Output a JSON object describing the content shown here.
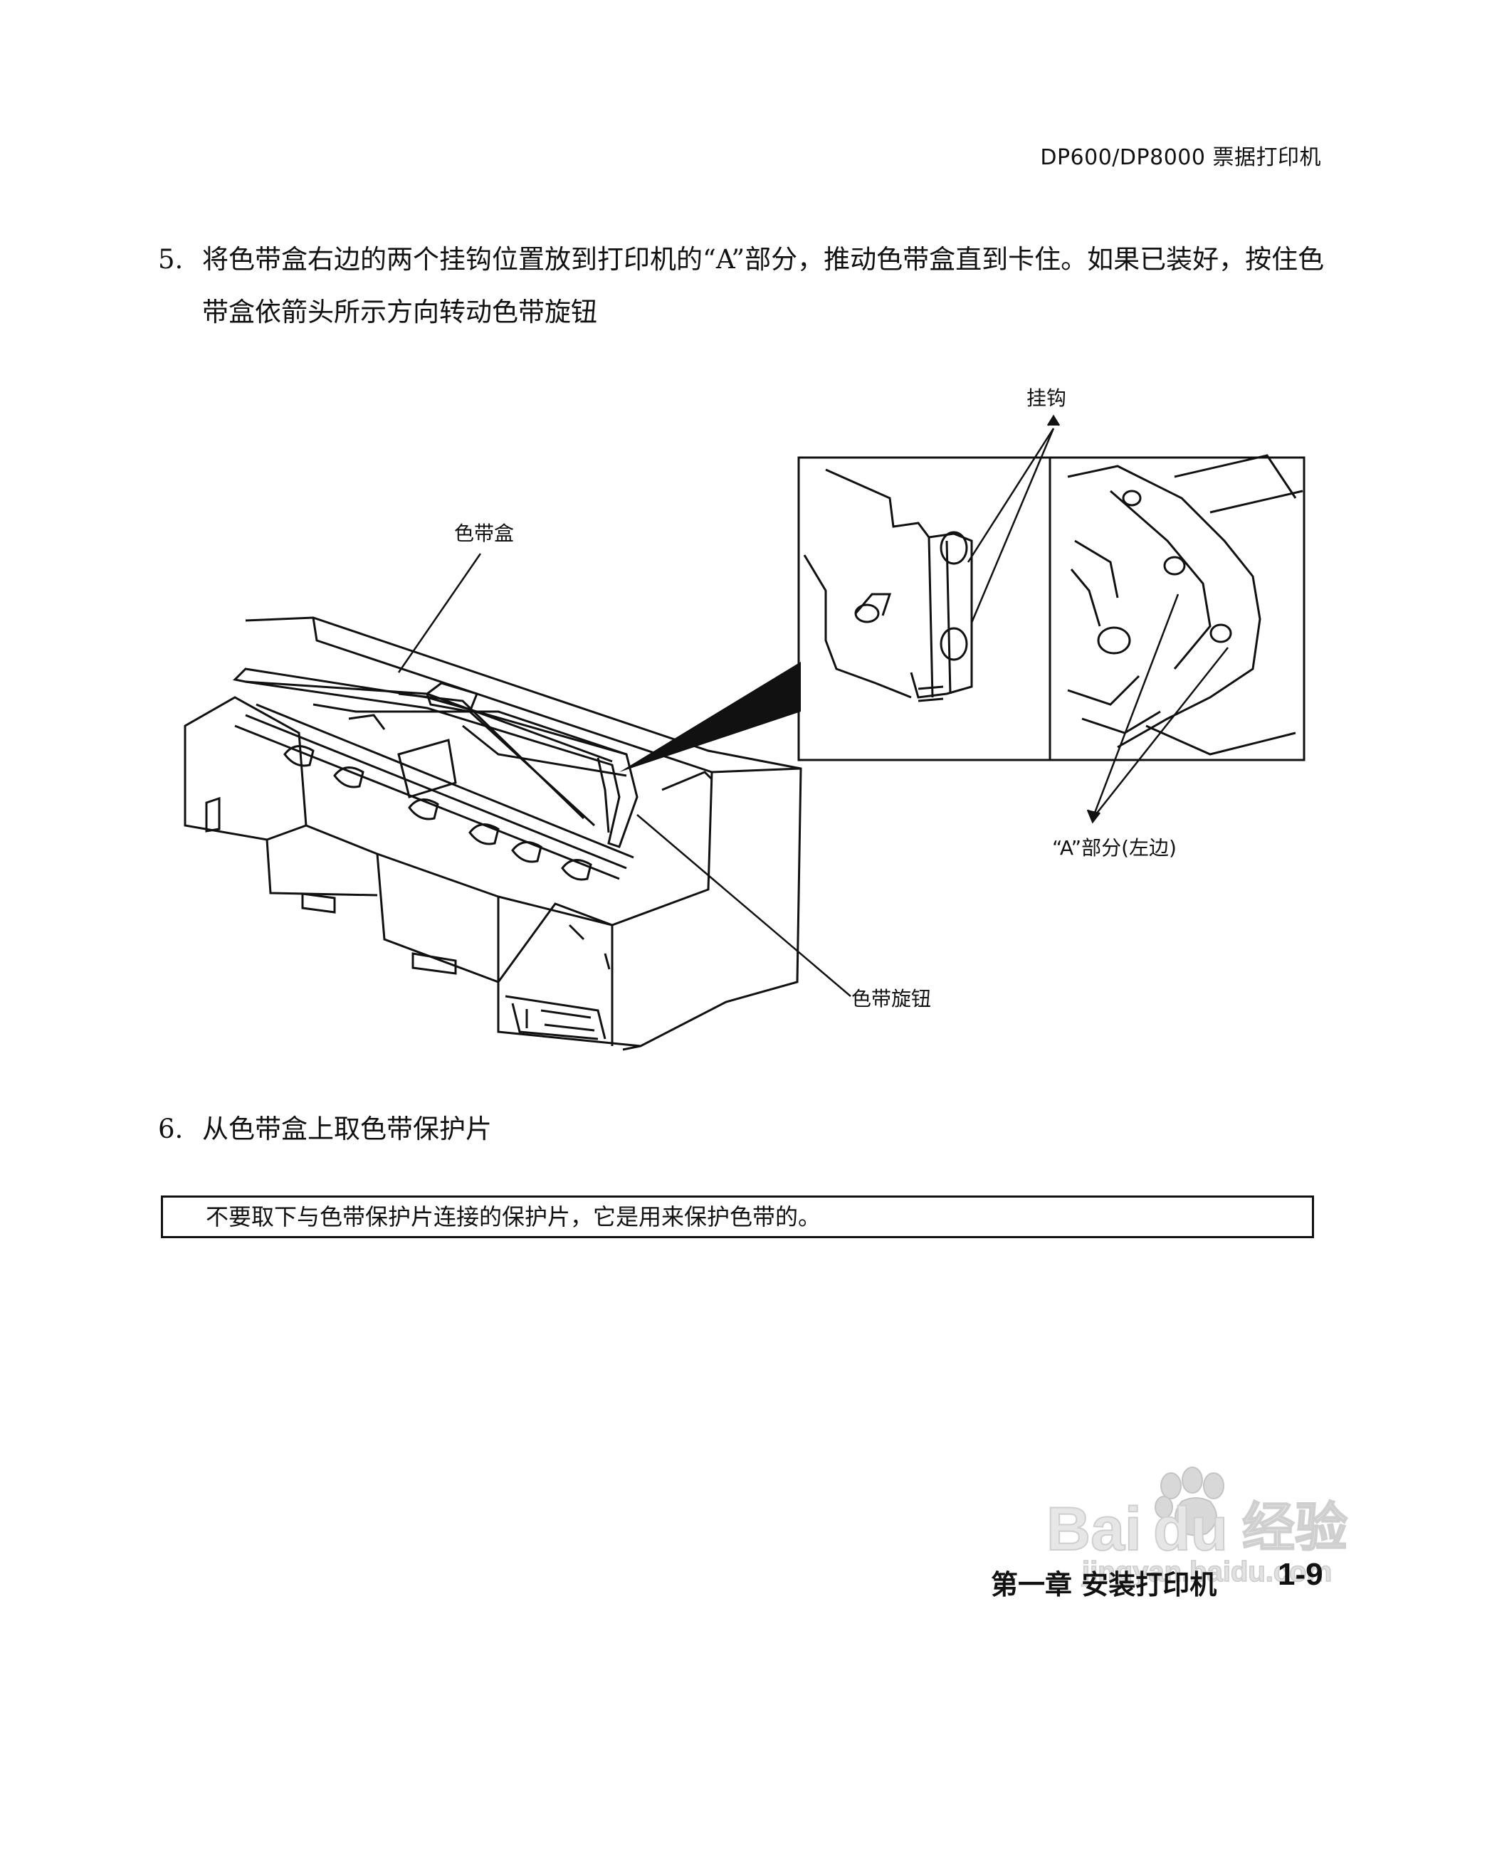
{
  "header": {
    "title": "DP600/DP8000 票据打印机"
  },
  "steps": [
    {
      "num": "5.",
      "text": "将色带盒右边的两个挂钩位置放到打印机的“A”部分，推动色带盒直到卡住。如果已装好，按住色带盒依箭头所示方向转动色带旋钮"
    },
    {
      "num": "6.",
      "text": "从色带盒上取色带保护片"
    }
  ],
  "figure": {
    "labels": {
      "cartridge": "色带盒",
      "hooks": "挂钩",
      "part_a": "“A”部分(左边)",
      "knob": "色带旋钮"
    }
  },
  "note": {
    "text": "不要取下与色带保护片连接的保护片，它是用来保护色带的。"
  },
  "footer": {
    "chapter": "第一章 安装打印机",
    "page": "1-9"
  },
  "watermark": {
    "brand": "Baidu经验",
    "url": "jingyan.baidu.com"
  }
}
